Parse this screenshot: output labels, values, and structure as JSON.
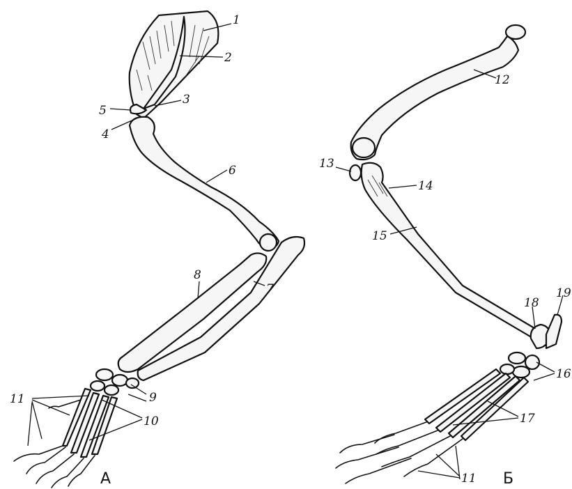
{
  "labels": {
    "n1": "1",
    "n2": "2",
    "n3": "3",
    "n4": "4",
    "n5": "5",
    "n6": "6",
    "n7": "7",
    "n8": "8",
    "n9": "9",
    "n10": "10",
    "n11a": "11",
    "n11b": "11",
    "n12": "12",
    "n13": "13",
    "n14": "14",
    "n15": "15",
    "n16": "16",
    "n17": "17",
    "n18": "18",
    "n19": "19"
  },
  "panels": {
    "a": "А",
    "b": "Б"
  }
}
